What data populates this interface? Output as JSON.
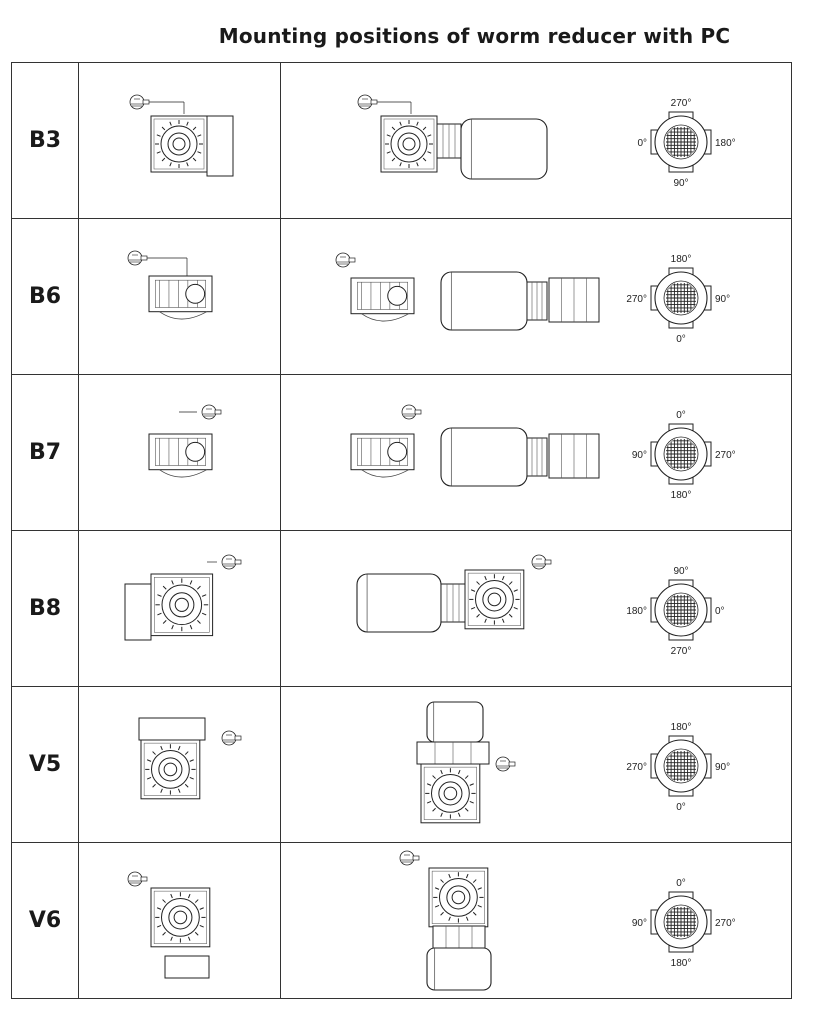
{
  "title": "Mounting positions of worm reducer with PC",
  "rows": [
    {
      "label": "B3",
      "angles": {
        "top": "270°",
        "left": "0°",
        "right": "180°",
        "bottom": "90°"
      }
    },
    {
      "label": "B6",
      "angles": {
        "top": "180°",
        "left": "270°",
        "right": "90°",
        "bottom": "0°"
      }
    },
    {
      "label": "B7",
      "angles": {
        "top": "0°",
        "left": "90°",
        "right": "270°",
        "bottom": "180°"
      }
    },
    {
      "label": "B8",
      "angles": {
        "top": "90°",
        "left": "180°",
        "right": "0°",
        "bottom": "270°"
      }
    },
    {
      "label": "V5",
      "angles": {
        "top": "180°",
        "left": "270°",
        "right": "90°",
        "bottom": "0°"
      }
    },
    {
      "label": "V6",
      "angles": {
        "top": "0°",
        "left": "90°",
        "right": "270°",
        "bottom": "180°"
      }
    }
  ]
}
